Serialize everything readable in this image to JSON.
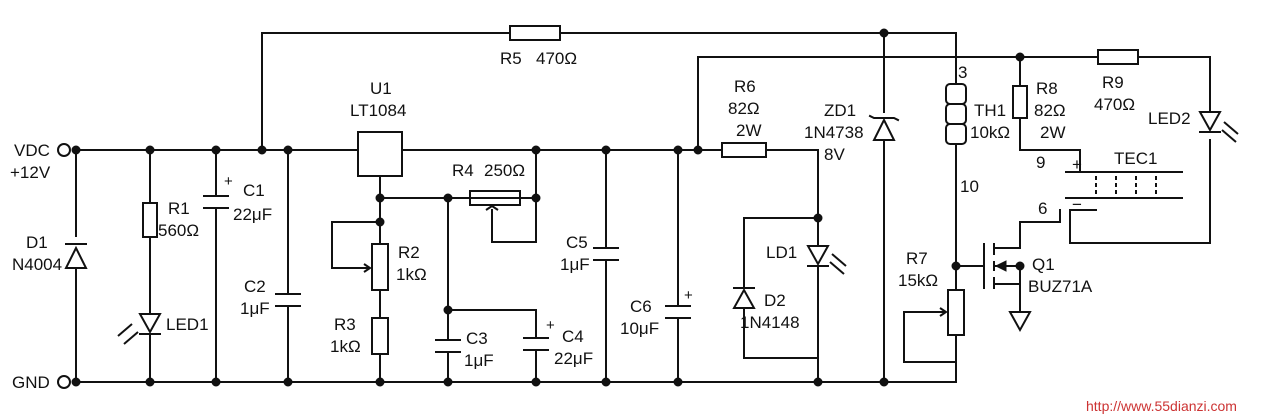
{
  "inputs": {
    "vdc_label": "VDC",
    "vdc_value": "+12V",
    "gnd_label": "GND"
  },
  "components": {
    "D1": {
      "ref": "D1",
      "value": "N4004"
    },
    "R1": {
      "ref": "R1",
      "value": "560Ω"
    },
    "C1": {
      "ref": "C1",
      "value": "22μF",
      "polarity": "+"
    },
    "C2": {
      "ref": "C2",
      "value": "1μF"
    },
    "LED1": {
      "ref": "LED1"
    },
    "U1": {
      "ref": "U1",
      "value": "LT1084"
    },
    "R2": {
      "ref": "R2",
      "value": "1kΩ"
    },
    "R3": {
      "ref": "R3",
      "value": "1kΩ"
    },
    "R4": {
      "ref": "R4",
      "value": "250Ω"
    },
    "R5": {
      "ref": "R5",
      "value": "470Ω"
    },
    "C3": {
      "ref": "C3",
      "value": "1μF"
    },
    "C4": {
      "ref": "C4",
      "value": "22μF",
      "polarity": "+"
    },
    "C5": {
      "ref": "C5",
      "value": "1μF"
    },
    "C6": {
      "ref": "C6",
      "value": "10μF",
      "polarity": "+"
    },
    "R6": {
      "ref": "R6",
      "value": "82Ω",
      "power": "2W"
    },
    "LD1": {
      "ref": "LD1"
    },
    "D2": {
      "ref": "D2",
      "value": "1N4148"
    },
    "ZD1": {
      "ref": "ZD1",
      "value": "1N4738",
      "voltage": "8V"
    },
    "TH1": {
      "ref": "TH1",
      "value": "10kΩ",
      "pin": "3"
    },
    "R7": {
      "ref": "R7",
      "value": "15kΩ"
    },
    "R8": {
      "ref": "R8",
      "value": "82Ω",
      "power": "2W"
    },
    "R9": {
      "ref": "R9",
      "value": "470Ω"
    },
    "LED2": {
      "ref": "LED2"
    },
    "TEC1": {
      "ref": "TEC1",
      "plus": "+",
      "minus": "−"
    },
    "Q1": {
      "ref": "Q1",
      "value": "BUZ71A"
    }
  },
  "pins": {
    "p9": "9",
    "p10": "10",
    "p6": "6"
  },
  "watermark": {
    "text": "http://www.55dianzi.com"
  },
  "colors": {
    "ink": "#111111",
    "watermark": "#cc3333"
  }
}
